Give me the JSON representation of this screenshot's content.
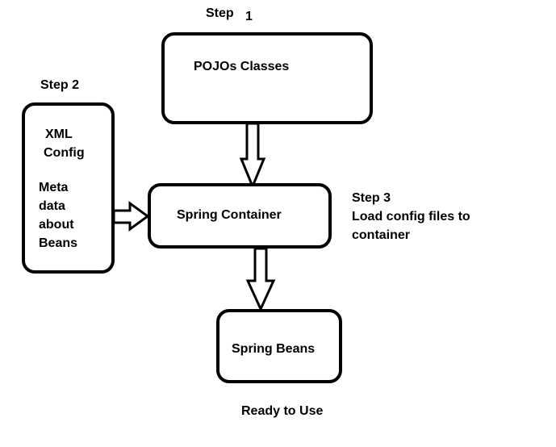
{
  "steps": {
    "step1": {
      "word": "Step",
      "number": "1"
    },
    "step2": "Step 2",
    "step3": {
      "title": "Step 3",
      "line1": "Load config files to",
      "line2": "container"
    }
  },
  "boxes": {
    "pojos": "POJOs Classes",
    "xml_config": {
      "line1": "XML",
      "line2": "Config"
    },
    "metadata": {
      "line1": "Meta",
      "line2": "data",
      "line3": "about",
      "line4": "Beans"
    },
    "container": "Spring Container",
    "beans": "Spring Beans"
  },
  "footer": "Ready to Use"
}
